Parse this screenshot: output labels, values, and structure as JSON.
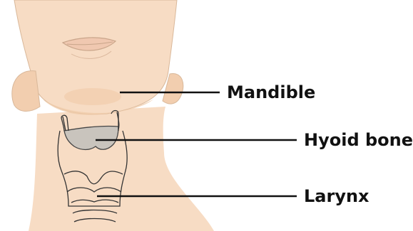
{
  "labels": {
    "mandible": "Mandible",
    "hyoid_bone": "Hyoid bone",
    "larynx": "Larynx"
  },
  "colors": {
    "skin": "#f7dcc4",
    "skin_shadow": "#f0caa8",
    "outline": "#333333",
    "hyoid_fill": "#c9c4bd",
    "leader_line": "#111111"
  }
}
